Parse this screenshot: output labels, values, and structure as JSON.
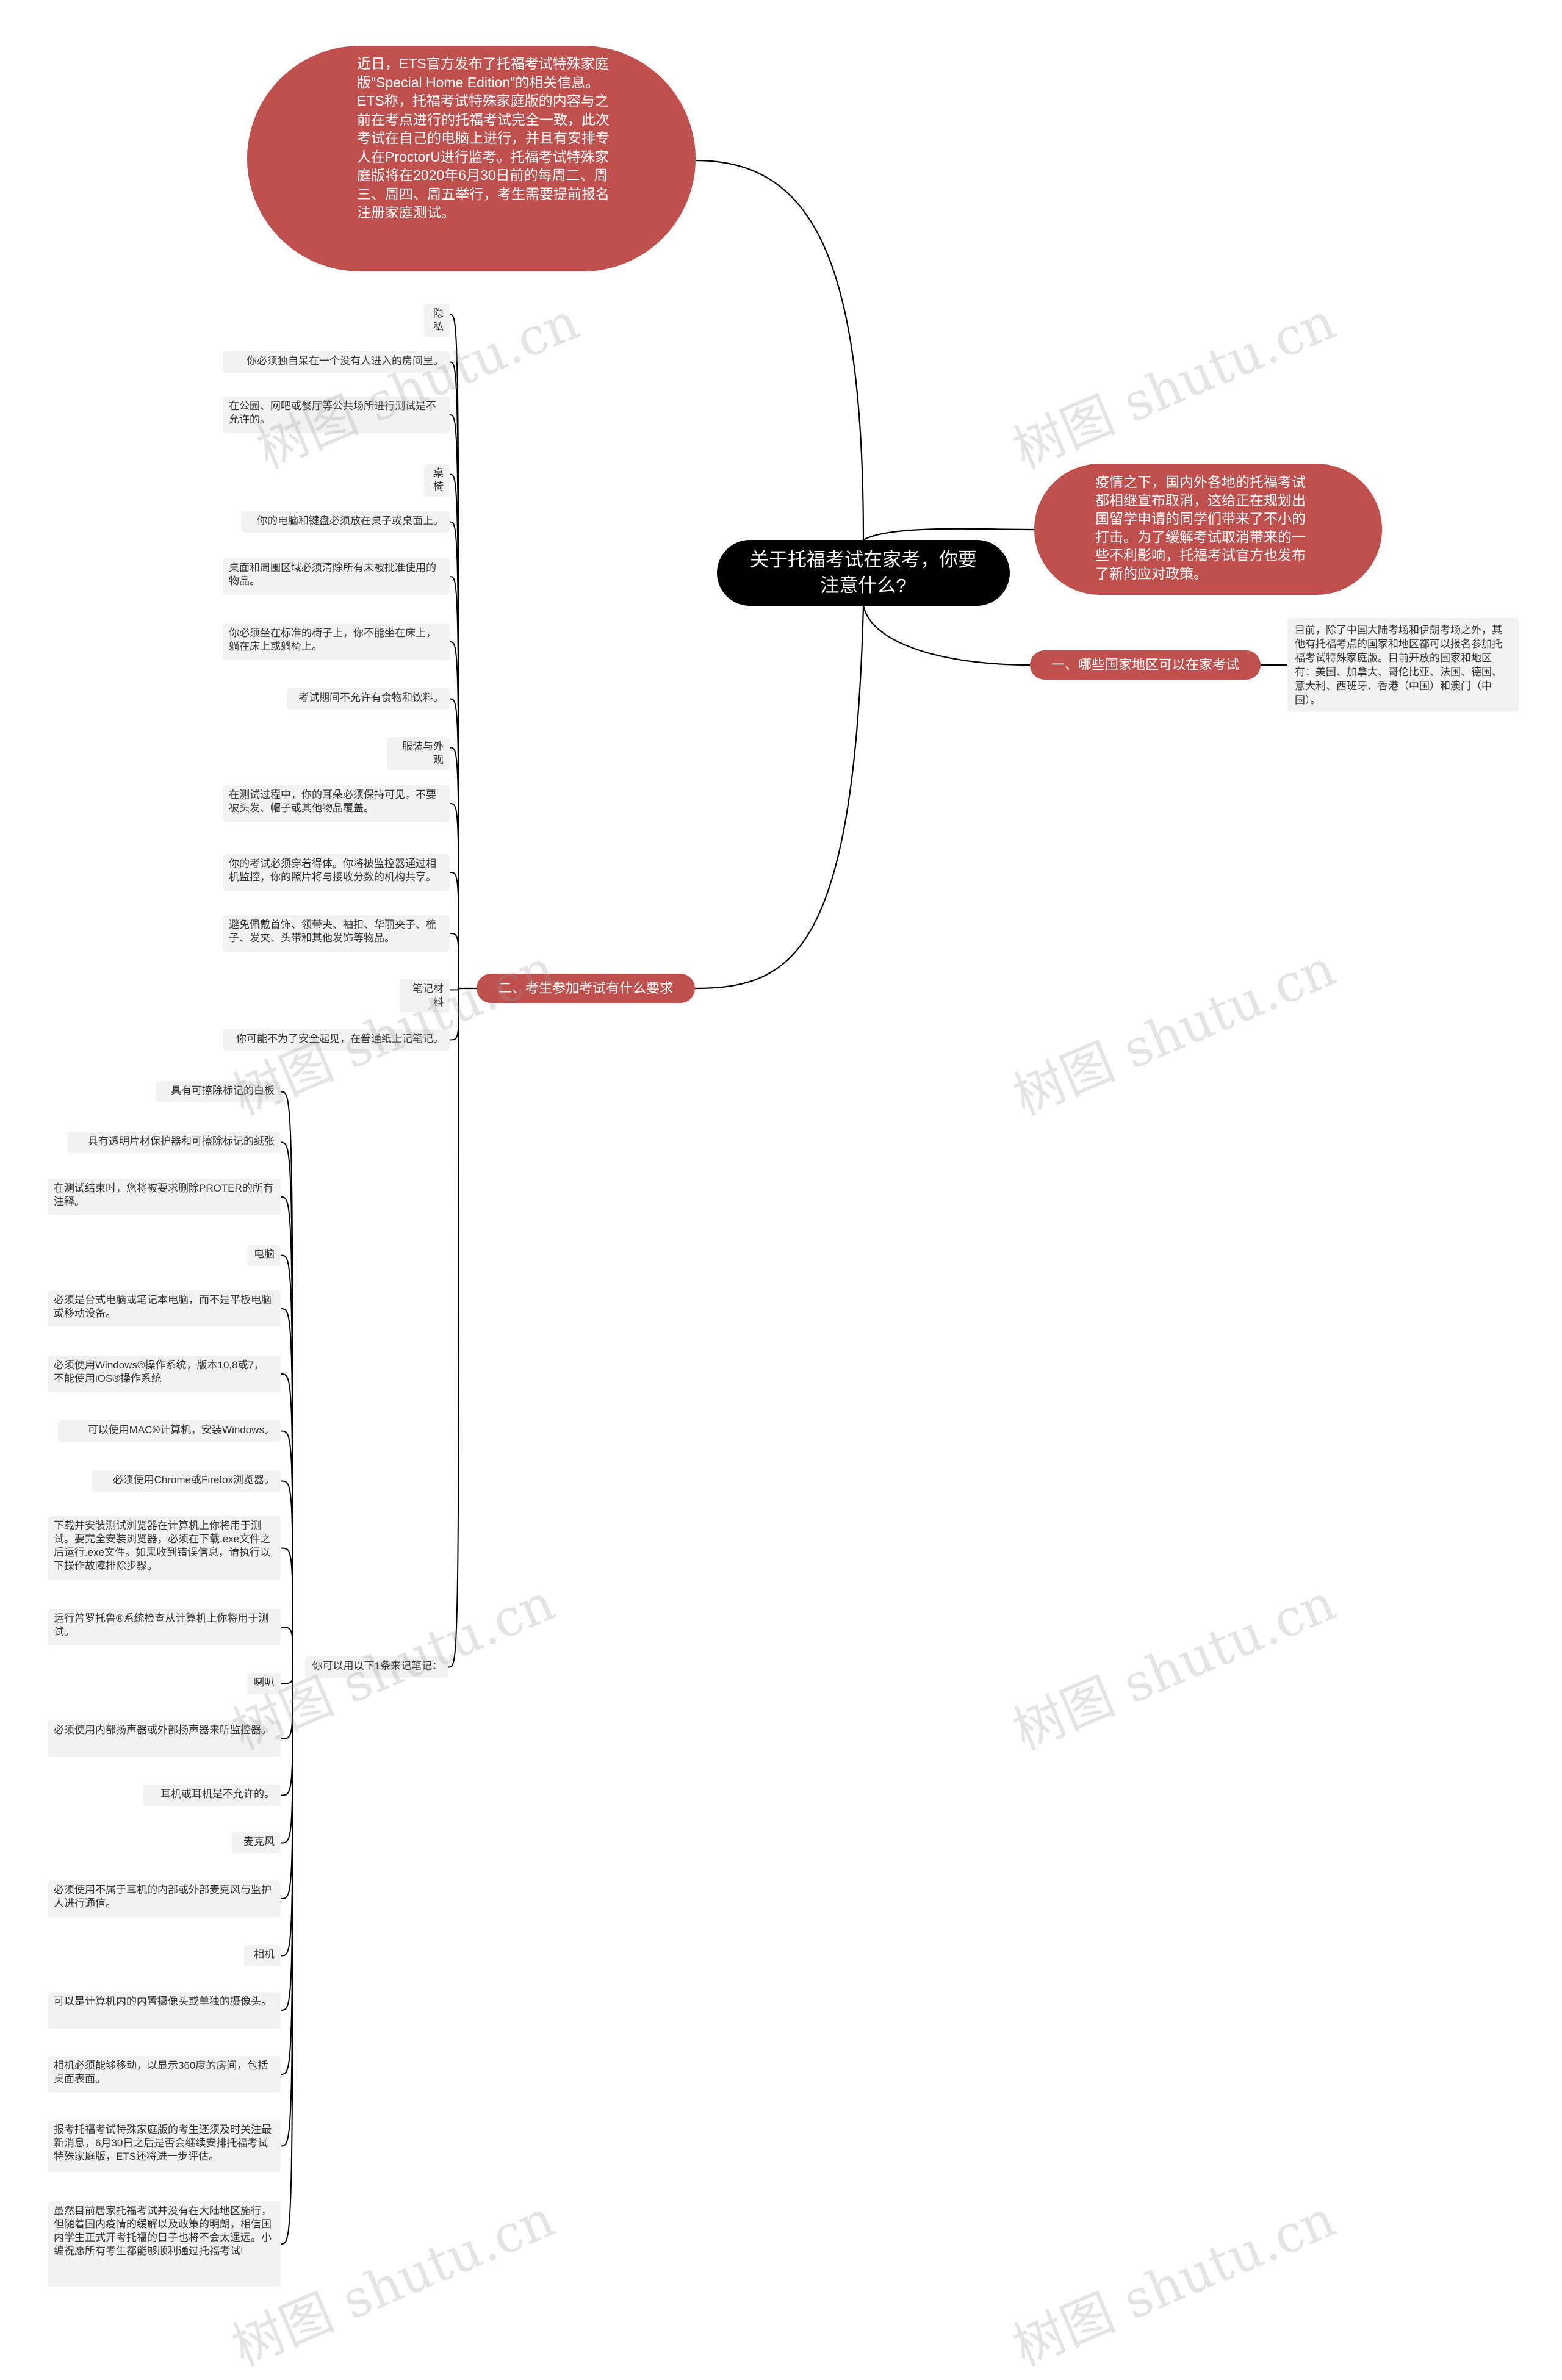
{
  "root": "关于托福考试在家考，你要注意什么?",
  "intro": "近日，ETS官方发布了托福考试特殊家庭版\"Special Home Edition\"的相关信息。ETS称，托福考试特殊家庭版的内容与之前在考点进行的托福考试完全一致，此次考试在自己的电脑上进行，并且有安排专人在ProctorU进行监考。托福考试特殊家庭版将在2020年6月30日前的每周二、周三、周四、周五举行，考生需要提前报名注册家庭测试。",
  "covid": "疫情之下，国内外各地的托福考试都相继宣布取消，这给正在规划出国留学申请的同学们带来了不小的打击。为了缓解考试取消带来的一些不利影响，托福考试官方也发布了新的应对政策。",
  "branch1": {
    "label": "一、哪些国家地区可以在家考试",
    "detail": "目前，除了中国大陆考场和伊朗考场之外，其他有托福考点的国家和地区都可以报名参加托福考试特殊家庭版。目前开放的国家和地区有：美国、加拿大、哥伦比亚、法国、德国、意大利、西班牙、香港（中国）和澳门（中国）。"
  },
  "branch2": {
    "label": "二、考生参加考试有什么要求",
    "items": [
      "隐私",
      "你必须独自呆在一个没有人进入的房间里。",
      "在公园、网吧或餐厅等公共场所进行测试是不允许的。",
      "桌椅",
      "你的电脑和键盘必须放在桌子或桌面上。",
      "桌面和周围区域必须清除所有未被批准使用的物品。",
      "你必须坐在标准的椅子上，你不能坐在床上，躺在床上或躺椅上。",
      "考试期间不允许有食物和饮料。",
      "服装与外观",
      "在测试过程中，你的耳朵必须保持可见，不要被头发、帽子或其他物品覆盖。",
      "你的考试必须穿着得体。你将被监控器通过相机监控，你的照片将与接收分数的机构共享。",
      "避免佩戴首饰、领带夹、袖扣、华丽夹子、梳子、发夹、头带和其他发饰等物品。",
      "笔记材料",
      "你可能不为了安全起见，在普通纸上记笔记。",
      "你可以用以下1条来记笔记："
    ],
    "notes": [
      "具有可擦除标记的白板",
      "具有透明片材保护器和可擦除标记的纸张",
      "在测试结束时，您将被要求删除PROTER的所有注释。",
      "电脑",
      "必须是台式电脑或笔记本电脑，而不是平板电脑或移动设备。",
      "必须使用Windows®操作系统，版本10,8或7，不能使用iOS®操作系统",
      "可以使用MAC®计算机，安装Windows。",
      "必须使用Chrome或Firefox浏览器。",
      "下载并安装测试浏览器在计算机上你将用于测试。要完全安装浏览器，必须在下载.exe文件之后运行.exe文件。如果收到错误信息，请执行以下操作故障排除步骤。",
      "运行普罗托鲁®系统检查从计算机上你将用于测试。",
      "喇叭",
      "必须使用内部扬声器或外部扬声器来听监控器。",
      "耳机或耳机是不允许的。",
      "麦克风",
      "必须使用不属于耳机的内部或外部麦克风与监护人进行通信。",
      "相机",
      "可以是计算机内的内置摄像头或单独的摄像头。",
      "相机必须能够移动，以显示360度的房间，包括桌面表面。",
      "报考托福考试特殊家庭版的考生还须及时关注最新消息，6月30日之后是否会继续安排托福考试特殊家庭版，ETS还将进一步评估。",
      "虽然目前居家托福考试并没有在大陆地区施行，但随着国内疫情的缓解以及政策的明朗，相信国内学生正式开考托福的日子也将不会太遥远。小编祝愿所有考生都能够顺利通过托福考试!"
    ]
  },
  "watermark": "树图 shutu.cn",
  "colors": {
    "node_fill": "#c0504d",
    "root_fill": "#000000",
    "leaf_fill": "#f2f2f2",
    "line": "#000000"
  }
}
